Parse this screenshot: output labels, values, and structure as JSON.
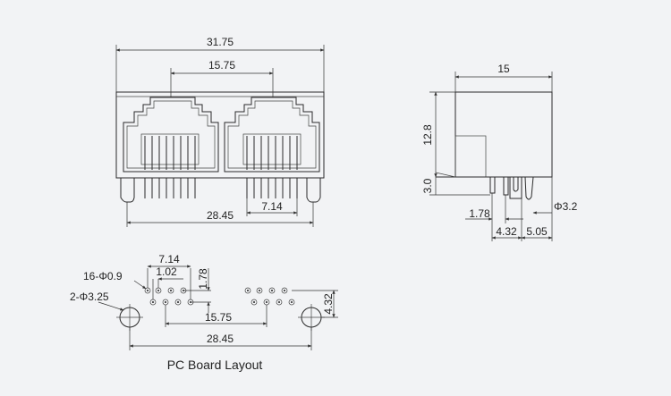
{
  "front_view": {
    "overall_width": "31.75",
    "port_pitch": "15.75",
    "peg_spacing": "28.45",
    "pin_group": "7.14"
  },
  "side_view": {
    "depth": "15",
    "height": "12.8",
    "standoff": "3.0",
    "pin_offset": "1.78",
    "peg_dia": "Φ3.2",
    "pin_to_peg": "4.32",
    "peg_to_rear": "5.05"
  },
  "board_layout": {
    "caption": "PC Board Layout",
    "pin_span": "7.14",
    "pin_pitch": "1.02",
    "pin_holes": "16-Φ0.9",
    "row_spacing": "1.78",
    "peg_holes": "2-Φ3.25",
    "port_pitch": "15.75",
    "peg_to_row": "4.32",
    "peg_spacing": "28.45"
  }
}
